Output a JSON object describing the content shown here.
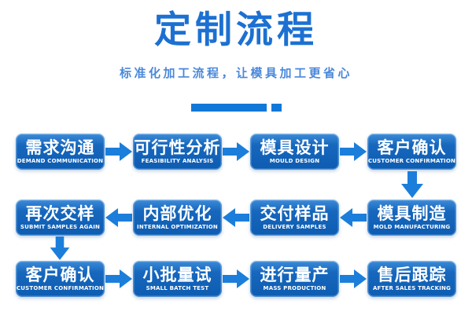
{
  "header": {
    "title": "定制流程",
    "subtitle": "标准化加工流程，让模具加工更省心"
  },
  "colors": {
    "title_blue": "#1c70d2",
    "subtitle_blue": "#4a88da",
    "decoration_blue": "#1278d8",
    "box_gradient_top": "#3e8cd9",
    "box_gradient_bottom": "#0d5cb2",
    "box_text": "#ffffff",
    "arrow_blue": "#1b7edb",
    "background": "#ffffff"
  },
  "flow": {
    "rows": [
      {
        "direction": "right",
        "steps": [
          {
            "zh": "需求沟通",
            "en": "DEMAND COMMUNICATION"
          },
          {
            "zh": "可行性分析",
            "en": "FEASIBILITY ANALYSIS"
          },
          {
            "zh": "模具设计",
            "en": "MOULD DESIGN"
          },
          {
            "zh": "客户确认",
            "en": "CUSTOMER CONFIRMATION"
          }
        ]
      },
      {
        "direction": "left",
        "steps": [
          {
            "zh": "再次交样",
            "en": "SUBMIT SAMPLES AGAIN"
          },
          {
            "zh": "内部优化",
            "en": "INTERNAL OPTIMIZATION"
          },
          {
            "zh": "交付样品",
            "en": "DELIVERY SAMPLES"
          },
          {
            "zh": "模具制造",
            "en": "MOLD MANUFACTURING"
          }
        ]
      },
      {
        "direction": "right",
        "steps": [
          {
            "zh": "客户确认",
            "en": "CUSTOMER CONFIRMATION"
          },
          {
            "zh": "小批量试",
            "en": "SMALL BATCH TEST"
          },
          {
            "zh": "进行量产",
            "en": "MASS PRODUCTION"
          },
          {
            "zh": "售后跟踪",
            "en": "AFTER SALES TRACKING"
          }
        ]
      }
    ]
  }
}
